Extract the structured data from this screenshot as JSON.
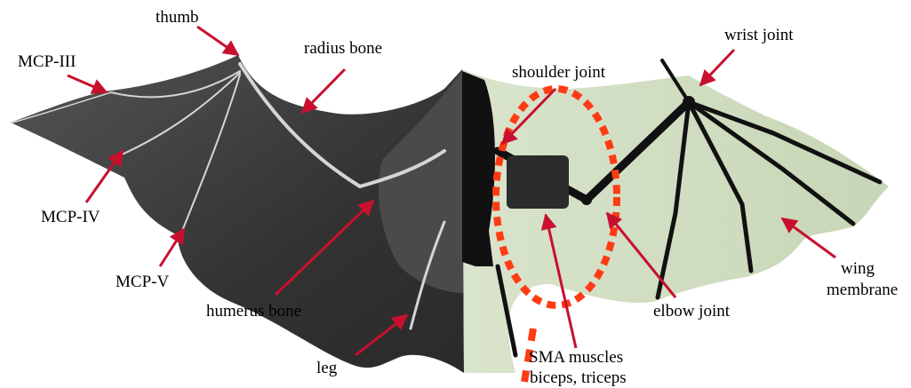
{
  "labels": {
    "thumb": "thumb",
    "radius_bone": "radius bone",
    "mcp_iii": "MCP-III",
    "mcp_iv": "MCP-IV",
    "mcp_v": "MCP-V",
    "humerus_bone": "humerus bone",
    "leg": "leg",
    "shoulder_joint": "shoulder joint",
    "wrist_joint": "wrist joint",
    "wing_membrane_line1": "wing",
    "wing_membrane_line2": "membrane",
    "elbow_joint": "elbow joint",
    "sma_line1": "SMA muscles",
    "sma_line2": "biceps, triceps"
  },
  "colors": {
    "arrow": "#c8102e",
    "dashed_outline": "#ff3b14",
    "bat_wing": "#3a3a3a",
    "bat_body": "#4d4d4d",
    "bone_highlight": "#d8d8d8",
    "robot_membrane": "#cfdcc0",
    "robot_frame": "#111111"
  },
  "icons": {
    "left_half": "bat-wing-photo",
    "right_half": "robotic-bat-wing-photo"
  }
}
